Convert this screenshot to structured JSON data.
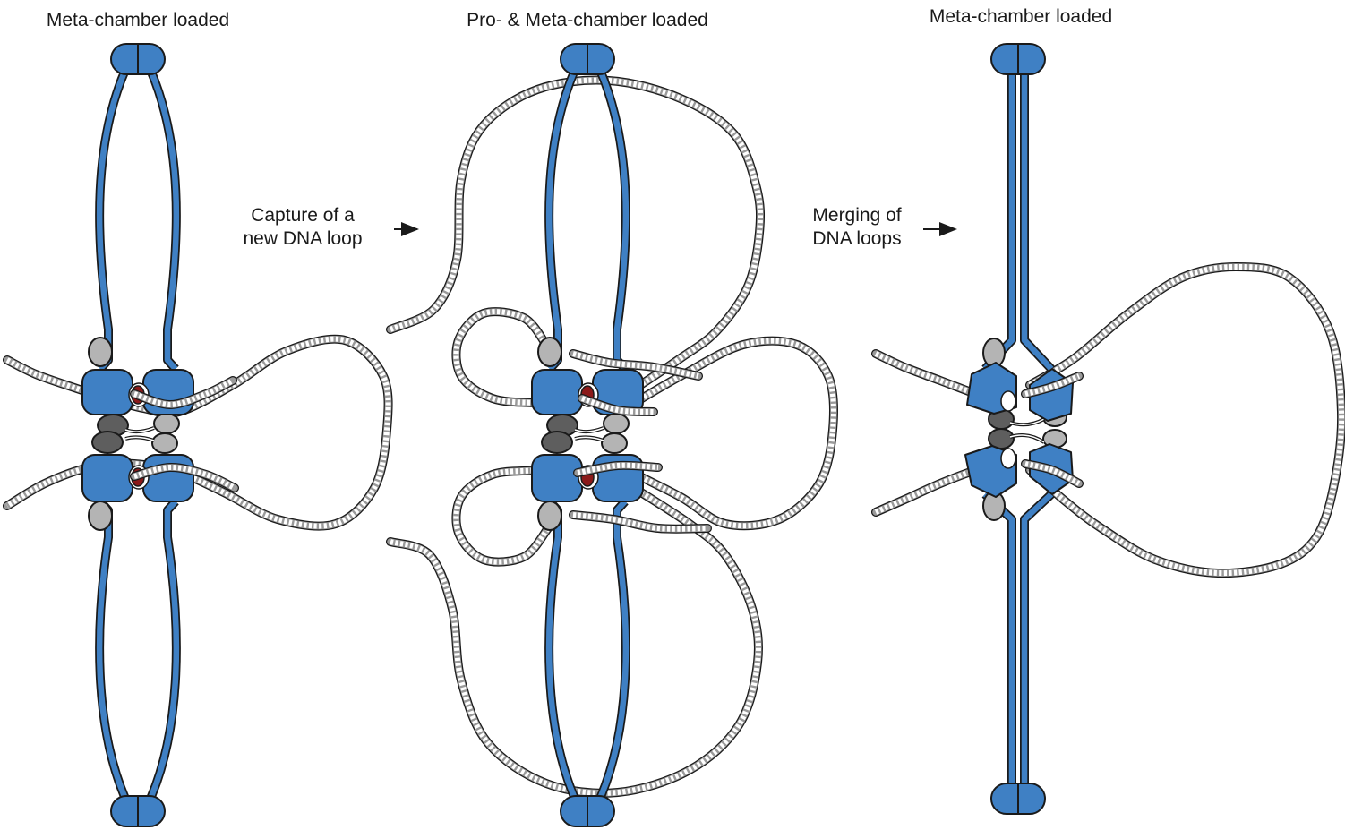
{
  "panels": [
    {
      "title": "Meta-chamber loaded"
    },
    {
      "title": "Pro- & Meta-chamber loaded"
    },
    {
      "title": "Meta-chamber loaded"
    }
  ],
  "transitions": [
    {
      "line1": "Capture of a",
      "line2": "new DNA loop"
    },
    {
      "line1": "Merging of",
      "line2": "DNA loops"
    }
  ],
  "colors": {
    "protein_blue": "#3f80c4",
    "outline": "#1a1a1a",
    "dna_light": "#ffffff",
    "dna_shadow": "#9a9a9a",
    "subunit_light": "#b4b4b4",
    "subunit_dark": "#5e5e5e",
    "site_red": "#8b1a1a"
  }
}
